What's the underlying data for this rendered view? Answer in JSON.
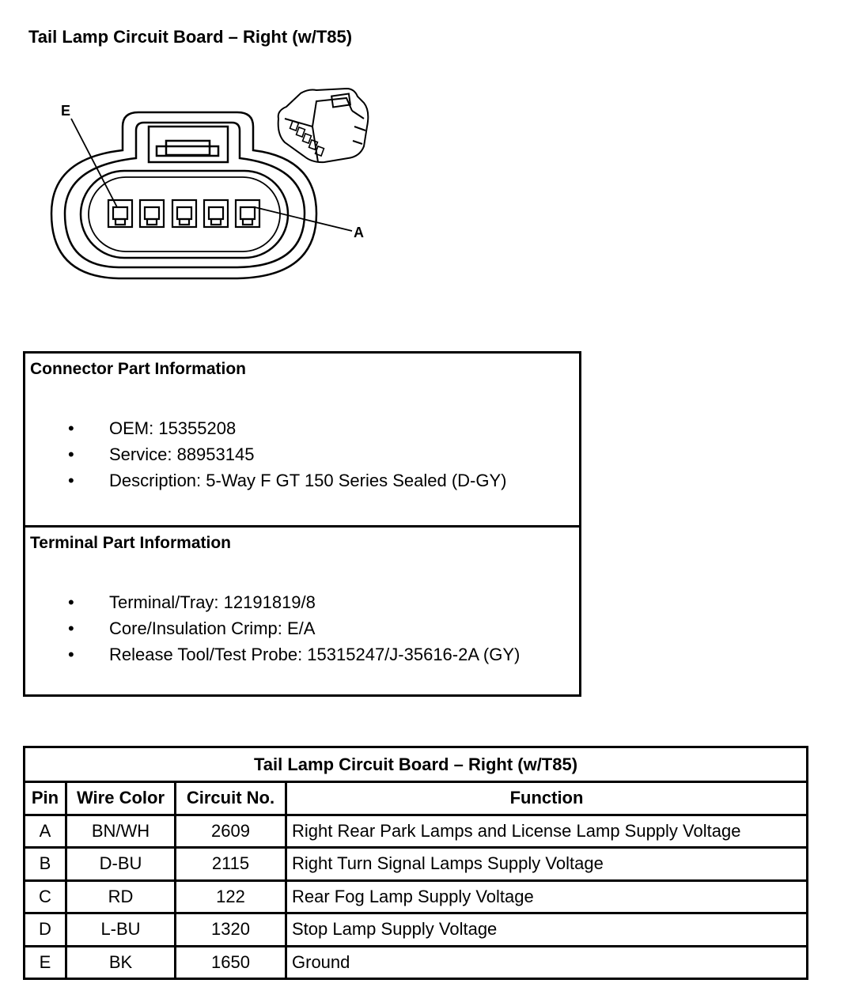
{
  "title": "Tail Lamp Circuit Board – Right (w/T85)",
  "diagram": {
    "label_e": "E",
    "label_a": "A"
  },
  "connector_info": {
    "heading": "Connector Part Information",
    "items": [
      "OEM: 15355208",
      "Service: 88953145",
      "Description: 5-Way F GT 150 Series Sealed (D-GY)"
    ]
  },
  "terminal_info": {
    "heading": "Terminal Part Information",
    "items": [
      "Terminal/Tray: 12191819/8",
      "Core/Insulation Crimp: E/A",
      "Release Tool/Test Probe: 15315247/J-35616-2A (GY)"
    ]
  },
  "pin_table": {
    "caption": "Tail Lamp Circuit Board – Right (w/T85)",
    "headers": [
      "Pin",
      "Wire Color",
      "Circuit No.",
      "Function"
    ],
    "rows": [
      [
        "A",
        "BN/WH",
        "2609",
        "Right Rear Park Lamps and License Lamp Supply Voltage"
      ],
      [
        "B",
        "D-BU",
        "2115",
        "Right Turn Signal Lamps Supply Voltage"
      ],
      [
        "C",
        "RD",
        "122",
        "Rear Fog Lamp Supply Voltage"
      ],
      [
        "D",
        "L-BU",
        "1320",
        "Stop Lamp Supply Voltage"
      ],
      [
        "E",
        "BK",
        "1650",
        "Ground"
      ]
    ]
  }
}
